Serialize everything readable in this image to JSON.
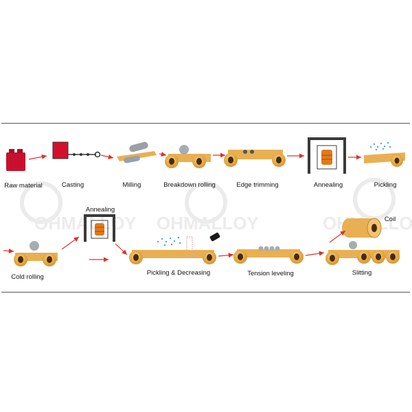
{
  "colors": {
    "roller_fill": "#f2b54a",
    "roller_core": "#4a2a0c",
    "strip": "#e8b053",
    "arrow": "#d9342b",
    "raw_material": "#c8102e",
    "annealing_frame": "#3a3a3a",
    "annealing_coil": "#e07a1b",
    "watermark": "#d8d8d8",
    "spray": "#4aa8e0"
  },
  "watermark": {
    "brand_text": "OHMALLOY"
  },
  "steps": {
    "raw_material": "Raw material",
    "casting": "Casting",
    "milling": "Milling",
    "breakdown_rolling": "Breakdown rolling",
    "edge_trimming": "Edge trimming",
    "annealing_1": "Annealing",
    "pickling": "Pickling",
    "cold_rolling": "Cold rolling",
    "annealing_2": "Annealing",
    "pickling_decreasing": "Pickling & Decreasing",
    "tension_leveling": "Tension leveling",
    "slitting": "Slitting",
    "coil": "Coil"
  },
  "icons": {
    "raw_material": "red-canister-icon",
    "casting": "casting-mold-icon",
    "milling": "milling-cutter-icon",
    "rolling": "roller-pair-icon",
    "annealing": "annealing-furnace-icon",
    "spray": "spray-nozzle-icon",
    "coil": "metal-coil-icon"
  }
}
